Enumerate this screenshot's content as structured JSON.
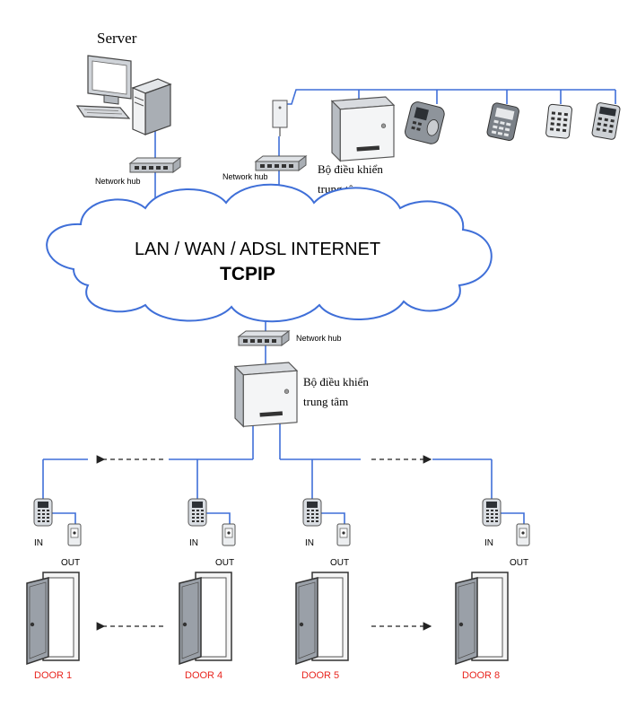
{
  "labels": {
    "server": "Server",
    "network_hub": "Network hub",
    "controller_line1": "Bộ điều khiển",
    "controller_line2": "trung tâm",
    "cloud_line1": "LAN / WAN / ADSL INTERNET",
    "cloud_line2": "TCPIP",
    "in": "IN",
    "out": "OUT"
  },
  "doors": [
    "DOOR 1",
    "DOOR 4",
    "DOOR 5",
    "DOOR 8"
  ],
  "colors": {
    "link": "#3f6fd8",
    "door_label": "#e8261f",
    "cloud_stroke": "#3f6fd8",
    "device_gray": "#9aa0a8"
  },
  "icons": {
    "server": "desktop-computer-icon",
    "hub": "network-hub-icon",
    "controller": "controller-box-icon",
    "reader": "keypad-reader-icon",
    "exit_button": "exit-button-icon",
    "door": "door-icon"
  }
}
